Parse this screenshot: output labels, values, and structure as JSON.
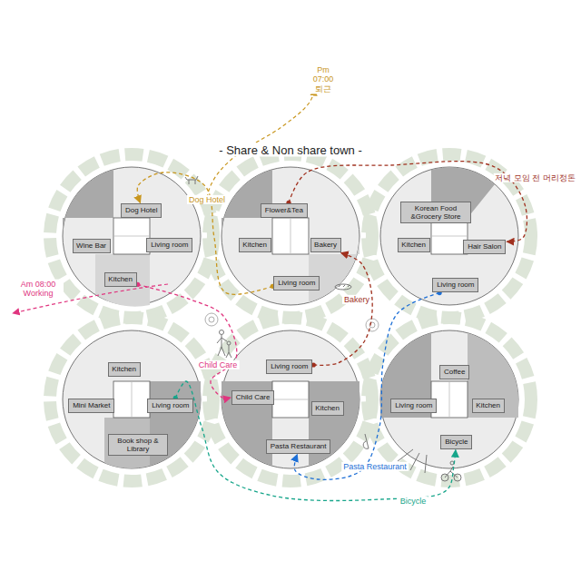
{
  "diagram": {
    "title": "- Share & Non share town -",
    "nodes": [
      {
        "text": [
          "Dog Hotel"
        ]
      },
      {
        "text": [
          "Living room"
        ]
      },
      {
        "text": [
          "Wine Bar"
        ]
      },
      {
        "text": [
          "Kitchen"
        ]
      },
      {
        "text": [
          "Flower&Tea"
        ]
      },
      {
        "text": [
          "Kitchen"
        ]
      },
      {
        "text": [
          "Bakery"
        ]
      },
      {
        "text": [
          "Living room"
        ]
      },
      {
        "text": [
          "Korean Food &Grocery Store"
        ]
      },
      {
        "text": [
          "Kitchen"
        ]
      },
      {
        "text": [
          "Hair Salon"
        ]
      },
      {
        "text": [
          "Living room"
        ]
      },
      {
        "text": [
          "Kitchen"
        ]
      },
      {
        "text": [
          "Mini Market"
        ]
      },
      {
        "text": [
          "Living room"
        ]
      },
      {
        "text": [
          "Book shop & Library"
        ]
      },
      {
        "text": [
          "Living room"
        ]
      },
      {
        "text": [
          "Child Care"
        ]
      },
      {
        "text": [
          "Kitchen"
        ]
      },
      {
        "text": [
          "Pasta Restaurant"
        ]
      },
      {
        "text": [
          "Coffee"
        ]
      },
      {
        "text": [
          "Living room"
        ]
      },
      {
        "text": [
          "Kitchen"
        ]
      },
      {
        "text": [
          "Bicycle"
        ]
      }
    ],
    "edges": [
      {
        "from": 7,
        "to": 0,
        "arrow": "to",
        "label": "Dog Hotel"
      },
      {
        "from": 4,
        "to": 10,
        "arrow": "to",
        "label": "저녁 모임 전 머리정돈"
      },
      {
        "from": 3,
        "to": 17,
        "arrow": "to",
        "label": "Child Care"
      },
      {
        "from": 16,
        "to": 6,
        "arrow": "to",
        "label": "Bakery"
      },
      {
        "from": 11,
        "to": 19,
        "arrow": "to",
        "label": "Pasta Restaurant"
      },
      {
        "from": 14,
        "to": 23,
        "arrow": "to",
        "label": "Bicycle"
      }
    ],
    "labels": [
      "Pm 07:00 퇴근",
      "Am 08:00 Working"
    ]
  }
}
